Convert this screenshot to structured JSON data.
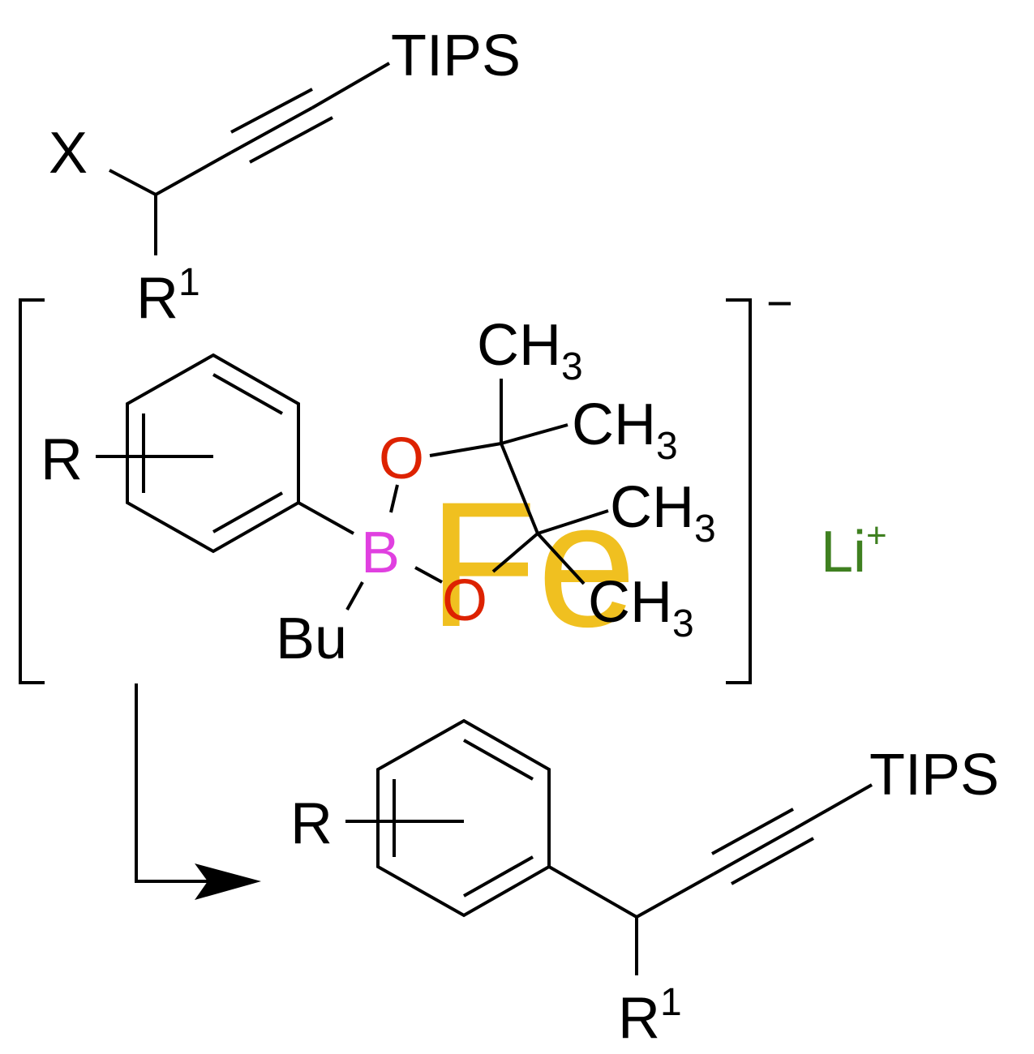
{
  "colors": {
    "ink": "#000000",
    "oxygen": "#dd2200",
    "boron": "#e040e0",
    "lithium": "#3f8020",
    "iron": "#f0c020"
  },
  "reactant": {
    "leaving_group": "X",
    "silyl": "TIPS",
    "substituent": "R",
    "substituent_index": "1"
  },
  "ate_complex": {
    "aryl_substituent": "R",
    "oxygen_1": "O",
    "oxygen_2": "O",
    "boron": "B",
    "butyl": "Bu",
    "methyl": "CH",
    "methyl_sub": "3",
    "charge": "−",
    "catalyst": "Fe",
    "counterion": "Li",
    "counterion_charge": "+"
  },
  "product": {
    "aryl_substituent": "R",
    "silyl": "TIPS",
    "substituent": "R",
    "substituent_index": "1"
  }
}
